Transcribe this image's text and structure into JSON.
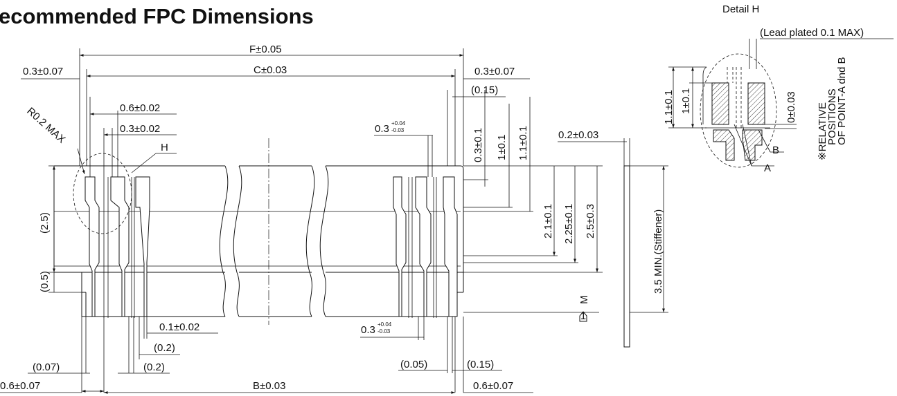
{
  "title": "ecommended FPC Dimensions",
  "detail": {
    "title": "Detail H",
    "lead_note": "(Lead plated 0.1 MAX)",
    "dim_height_1": "1.1±0.1",
    "dim_height_2": "1±0.1",
    "dim_relative": "0±0.03",
    "relative_line1": "※RELATIVE",
    "relative_line2": "POSITIONS",
    "relative_line3": "OF POINT-A dnd B",
    "point_a": "A",
    "point_b": "B"
  },
  "dimensions": {
    "f": "F±0.05",
    "c": "C±0.03",
    "b": "B±0.03",
    "left_offset": "0.3±0.07",
    "right_offset": "0.3±0.07",
    "right_ref": "(0.15)",
    "pitch": "0.6±0.02",
    "lead_width": "0.3±0.02",
    "radius": "R0.2 MAX",
    "detail_label": "H",
    "tol_width_base": "0.3",
    "tol_width_sup": "+0.04",
    "tol_width_sub": "-0.03",
    "tol_width_base_2": "0.3",
    "tol_width_sup_2": "+0.04",
    "tol_width_sub_2": "-0.03",
    "v_03": "0.3±0.1",
    "v_1": "1±0.1",
    "v_11": "1.1±0.1",
    "v_21": "2.1±0.1",
    "v_225": "2.25±0.1",
    "v_25": "2.5±0.3",
    "left_25": "(2.5)",
    "left_05": "(0.5)",
    "bottom_01": "0.1±0.02",
    "bottom_02a": "(0.2)",
    "bottom_02b": "(0.2)",
    "bottom_007": "(0.07)",
    "bottom_left_06": "0.6±0.07",
    "bottom_005": "(0.05)",
    "bottom_015": "(0.15)",
    "bottom_right_06": "0.6±0.07",
    "thickness": "0.2±0.03",
    "stiffener": "3.5 MIN.(Stiffener)",
    "marker_letter": "M",
    "marker_num": "1"
  }
}
